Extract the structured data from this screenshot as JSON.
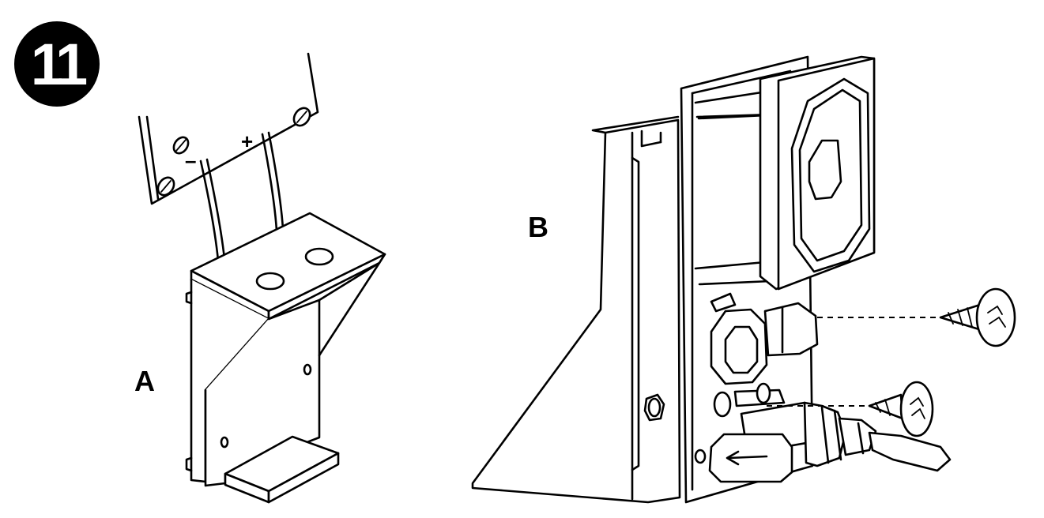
{
  "step": {
    "number": "11"
  },
  "labels": {
    "a": "A",
    "b": "B"
  },
  "terminals": {
    "minus": "–",
    "plus": "+"
  },
  "colors": {
    "ink": "#000000",
    "paper": "#ffffff"
  }
}
